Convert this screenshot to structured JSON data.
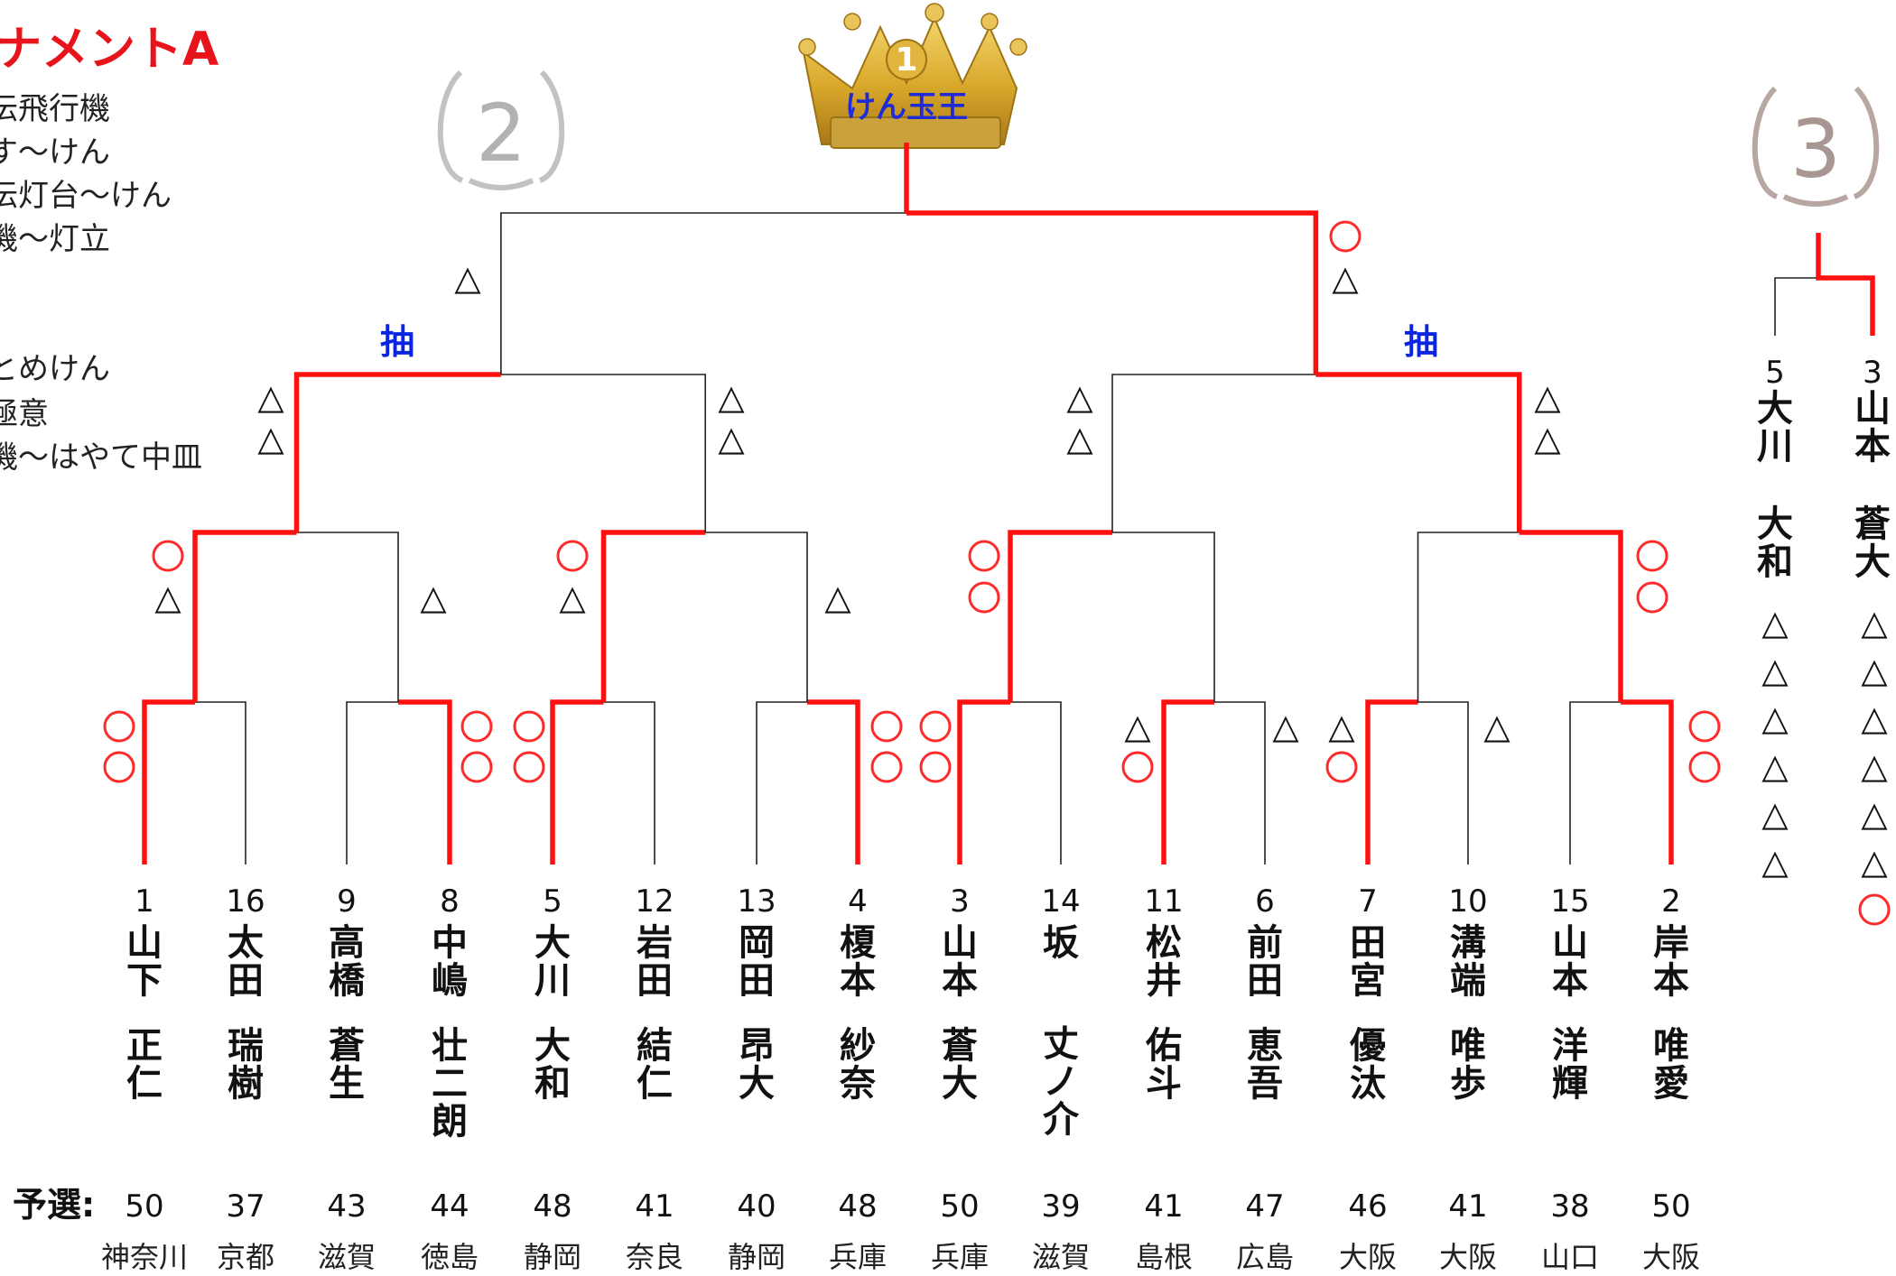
{
  "title": "ナメントA",
  "rules_top": [
    "伝飛行機",
    "す〜けん",
    "伝灯台〜けん",
    "機〜灯立"
  ],
  "rules_bottom": [
    "とめけん",
    "極意",
    "機〜はやて中皿"
  ],
  "champion": {
    "rank": "1",
    "label": "けん玉王"
  },
  "second_place": {
    "rank": "2"
  },
  "third_place": {
    "rank": "3",
    "players": [
      {
        "seed": "5",
        "name": "大川 大和",
        "marks": [
          "△",
          "△",
          "△",
          "△",
          "△",
          "△"
        ]
      },
      {
        "seed": "3",
        "name": "山本 蒼大",
        "marks": [
          "△",
          "△",
          "△",
          "△",
          "△",
          "△",
          "○"
        ]
      }
    ]
  },
  "lottery_label": "抽",
  "prelim_label": "予選:",
  "players": [
    {
      "seed": "1",
      "family": "山下",
      "given": "正仁",
      "score": "50",
      "prefecture": "神奈川"
    },
    {
      "seed": "16",
      "family": "太田",
      "given": "瑞樹",
      "score": "37",
      "prefecture": "京都"
    },
    {
      "seed": "9",
      "family": "高橋",
      "given": "蒼生",
      "score": "43",
      "prefecture": "滋賀"
    },
    {
      "seed": "8",
      "family": "中嶋",
      "given": "壮二朗",
      "score": "44",
      "prefecture": "徳島"
    },
    {
      "seed": "5",
      "family": "大川",
      "given": "大和",
      "score": "48",
      "prefecture": "静岡"
    },
    {
      "seed": "12",
      "family": "岩田",
      "given": "結仁",
      "score": "41",
      "prefecture": "奈良"
    },
    {
      "seed": "13",
      "family": "岡田",
      "given": "昂大",
      "score": "40",
      "prefecture": "静岡"
    },
    {
      "seed": "4",
      "family": "榎本",
      "given": "紗奈",
      "score": "48",
      "prefecture": "兵庫"
    },
    {
      "seed": "3",
      "family": "山本",
      "given": "蒼大",
      "score": "50",
      "prefecture": "兵庫"
    },
    {
      "seed": "14",
      "family": "坂",
      "given": "丈ノ介",
      "score": "39",
      "prefecture": "滋賀"
    },
    {
      "seed": "11",
      "family": "松井",
      "given": "佑斗",
      "score": "41",
      "prefecture": "島根"
    },
    {
      "seed": "6",
      "family": "前田",
      "given": "恵吾",
      "score": "47",
      "prefecture": "広島"
    },
    {
      "seed": "7",
      "family": "田宮",
      "given": "優汰",
      "score": "46",
      "prefecture": "大阪"
    },
    {
      "seed": "10",
      "family": "溝端",
      "given": "唯歩",
      "score": "41",
      "prefecture": "大阪"
    },
    {
      "seed": "15",
      "family": "山本",
      "given": "洋輝",
      "score": "38",
      "prefecture": "山口"
    },
    {
      "seed": "2",
      "family": "岸本",
      "given": "唯愛",
      "score": "50",
      "prefecture": "大阪"
    }
  ],
  "round1_results": [
    {
      "match": "1 vs 16",
      "winner_marks": [
        "○",
        "○"
      ],
      "loser_marks": []
    },
    {
      "match": "9 vs 8",
      "winner_marks": [
        "○",
        "○"
      ],
      "loser_marks": []
    },
    {
      "match": "5 vs 12",
      "winner_marks": [
        "○",
        "○"
      ],
      "loser_marks": []
    },
    {
      "match": "13 vs 4",
      "winner_marks": [
        "○",
        "○"
      ],
      "loser_marks": []
    },
    {
      "match": "3 vs 14",
      "winner_marks": [
        "○",
        "○"
      ],
      "loser_marks": []
    },
    {
      "match": "11 vs 6",
      "winner_marks": [
        "△",
        "○"
      ],
      "loser_marks": [
        "△"
      ]
    },
    {
      "match": "7 vs 10",
      "winner_marks": [
        "△",
        "○"
      ],
      "loser_marks": [
        "△"
      ]
    },
    {
      "match": "15 vs 2",
      "winner_marks": [
        "○",
        "○"
      ],
      "loser_marks": []
    }
  ],
  "quarterfinal_results": [
    {
      "winner_marks": [
        "○",
        "△"
      ],
      "loser_marks": [
        "△"
      ]
    },
    {
      "winner_marks": [
        "○",
        "△"
      ],
      "loser_marks": [
        "△"
      ]
    },
    {
      "winner_marks": [
        "○",
        "○"
      ],
      "loser_marks": []
    },
    {
      "winner_marks": [
        "○",
        "○"
      ],
      "loser_marks": []
    }
  ],
  "semifinal_results": [
    {
      "winner_marks": [
        "△",
        "△"
      ],
      "loser_marks": [
        "△",
        "△"
      ],
      "decided_by": "抽"
    },
    {
      "winner_marks": [
        "△",
        "△"
      ],
      "loser_marks": [
        "△",
        "△"
      ],
      "decided_by": ""
    }
  ],
  "final_result": {
    "winner_marks": [
      "○",
      "△"
    ],
    "loser_marks": [
      "△"
    ]
  }
}
